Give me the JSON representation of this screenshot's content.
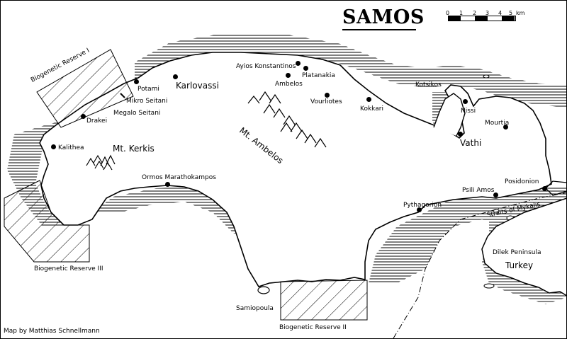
{
  "title": "SAMOS",
  "credit": "Map by Matthias Schnellmann",
  "scale": {
    "ticks": [
      "0",
      "1",
      "2",
      "3",
      "4",
      "5"
    ],
    "unit": "km"
  },
  "places": {
    "karlovassi": "Karlovassi",
    "potami": "Potami",
    "mikro_seitani": "Mikro Seitani",
    "megalo_seitani": "Megalo Seitani",
    "drakei": "Drakei",
    "kalithea": "Kalithea",
    "ayios_konstantinos": "Ayios Konstantinos",
    "platanakia": "Platanakia",
    "ambelos": "Ambelos",
    "vourliotes": "Vourliotes",
    "kokkari": "Kokkari",
    "kotsikos": "Kotsikos",
    "nissi": "Nissi",
    "vathi": "Vathi",
    "mourtia": "Mourtia",
    "posidonion": "Posidonion",
    "psili_amos": "Psili Amos",
    "pythagorion": "Pythagorion",
    "ormos_marathokampos": "Ormos Marathokampos",
    "samiopoula": "Samiopoula"
  },
  "mountains": {
    "kerkis": "Mt. Kerkis",
    "ambelos": "Mt. Ambelos"
  },
  "reserves": {
    "r1": "Biogenetic Reserve I",
    "r2": "Biogenetic Reserve II",
    "r3": "Biogenetic Reserve III"
  },
  "water": {
    "straits": "Straits of Mykalis"
  },
  "mainland": {
    "peninsula": "Dilek Peninsula",
    "country": "Turkey"
  },
  "icons": [
    "town-dot-icon",
    "mountain-peak-icon",
    "hatched-reserve-icon",
    "sea-hatching-icon",
    "border-line-icon"
  ]
}
